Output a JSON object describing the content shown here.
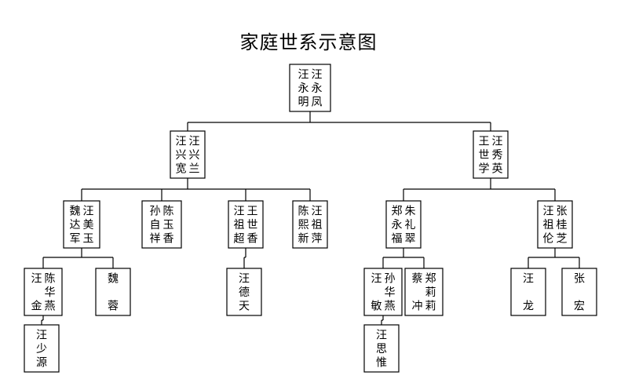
{
  "title": "家庭世系示意图",
  "nodes": {
    "root": {
      "columns": [
        "汪永明",
        "汪永凤"
      ]
    },
    "g2_left": {
      "columns": [
        "汪兴宽",
        "汪兴兰"
      ]
    },
    "g2_right": {
      "columns": [
        "王世学",
        "汪秀英"
      ]
    },
    "g3_1": {
      "columns": [
        "魏达军",
        "汪美玉"
      ]
    },
    "g3_2": {
      "columns": [
        "孙自祥",
        "陈玉香"
      ]
    },
    "g3_3": {
      "columns": [
        "汪祖超",
        "王世香"
      ]
    },
    "g3_4": {
      "columns": [
        "陈熙新",
        "汪祖萍"
      ]
    },
    "g3_5": {
      "columns": [
        "郑永福",
        "朱礼翠"
      ]
    },
    "g3_6": {
      "columns": [
        "汪祖伦",
        "张桂芝"
      ]
    },
    "g4_1": {
      "columns": [
        "汪　金",
        "陈华燕"
      ]
    },
    "g4_2": {
      "columns": [
        "魏　蓉"
      ]
    },
    "g4_3": {
      "columns": [
        "汪德天"
      ]
    },
    "g4_4": {
      "columns": [
        "汪　敏",
        "孙华燕"
      ]
    },
    "g4_5": {
      "columns": [
        "蔡　冲",
        "郑莉莉"
      ]
    },
    "g4_6": {
      "columns": [
        "汪　龙"
      ]
    },
    "g4_7": {
      "columns": [
        "张　宏"
      ]
    },
    "g5_1": {
      "columns": [
        "汪少源"
      ]
    },
    "g5_2": {
      "columns": [
        "汪思惟"
      ]
    }
  }
}
